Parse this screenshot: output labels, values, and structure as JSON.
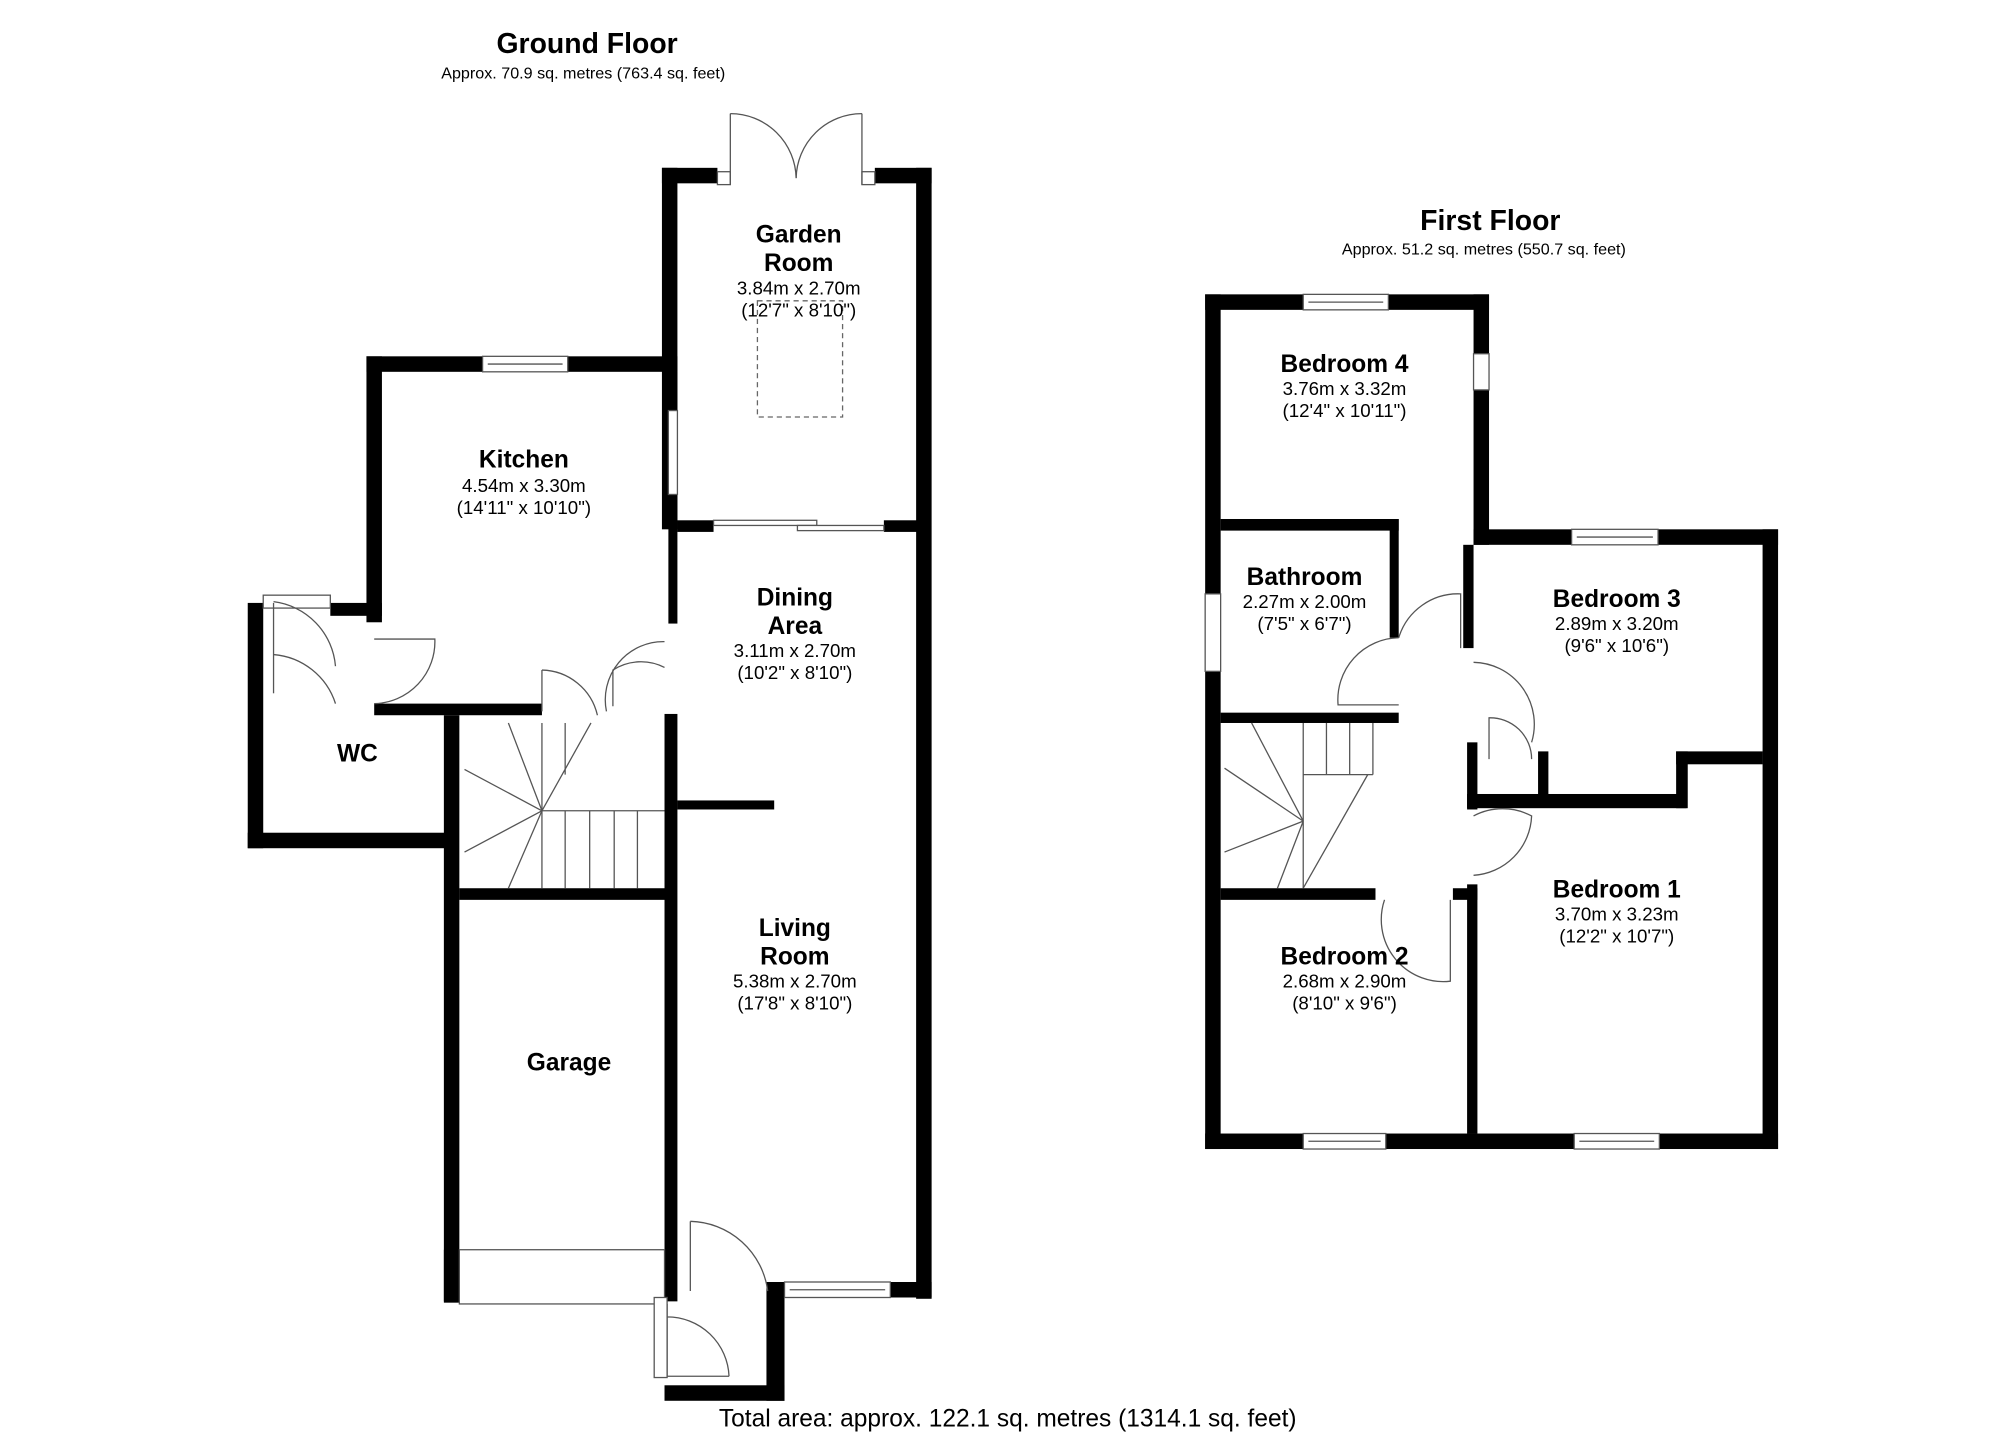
{
  "ground_floor": {
    "title": "Ground Floor",
    "area": "Approx. 70.9 sq. metres (763.4 sq. feet)",
    "rooms": [
      {
        "name_line1": "Garden",
        "name_line2": "Room",
        "dim_m": "3.84m x 2.70m",
        "dim_ft": "(12'7\" x 8'10\")"
      },
      {
        "name_line1": "Kitchen",
        "dim_m": "4.54m x 3.30m",
        "dim_ft": "(14'11\" x 10'10\")"
      },
      {
        "name_line1": "Dining",
        "name_line2": "Area",
        "dim_m": "3.11m x 2.70m",
        "dim_ft": "(10'2\" x 8'10\")"
      },
      {
        "name_line1": "WC"
      },
      {
        "name_line1": "Living",
        "name_line2": "Room",
        "dim_m": "5.38m x 2.70m",
        "dim_ft": "(17'8\" x 8'10\")"
      },
      {
        "name_line1": "Garage"
      }
    ]
  },
  "first_floor": {
    "title": "First Floor",
    "area": "Approx. 51.2 sq. metres (550.7 sq. feet)",
    "rooms": [
      {
        "name_line1": "Bedroom 4",
        "dim_m": "3.76m x 3.32m",
        "dim_ft": "(12'4\" x 10'11\")"
      },
      {
        "name_line1": "Bathroom",
        "dim_m": "2.27m x 2.00m",
        "dim_ft": "(7'5\" x 6'7\")"
      },
      {
        "name_line1": "Bedroom 3",
        "dim_m": "2.89m x 3.20m",
        "dim_ft": "(9'6\" x 10'6\")"
      },
      {
        "name_line1": "Bedroom 1",
        "dim_m": "3.70m x 3.23m",
        "dim_ft": "(12'2\" x 10'7\")"
      },
      {
        "name_line1": "Bedroom 2",
        "dim_m": "2.68m x 2.90m",
        "dim_ft": "(8'10\" x 9'6\")"
      }
    ]
  },
  "total_area": "Total area: approx. 122.1 sq. metres (1314.1 sq. feet)",
  "colors": {
    "wall": "#000000",
    "background": "#ffffff",
    "fixture_line": "#555555"
  }
}
